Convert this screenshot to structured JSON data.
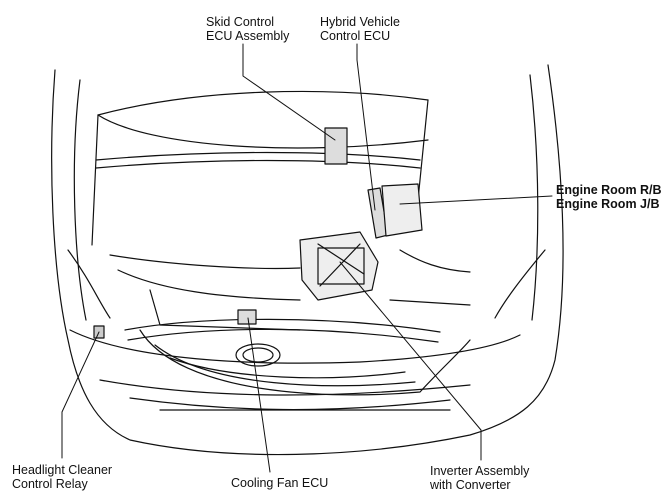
{
  "labels": {
    "skid_control": {
      "line1": "Skid Control",
      "line2": "ECU Assembly"
    },
    "hybrid_vehicle": {
      "line1": "Hybrid Vehicle",
      "line2": "Control ECU"
    },
    "engine_room": {
      "line1": "Engine Room R/B",
      "line2": "Engine Room J/B"
    },
    "headlight_cleaner": {
      "line1": "Headlight Cleaner",
      "line2": "Control Relay"
    },
    "cooling_fan": {
      "line1": "Cooling Fan ECU"
    },
    "inverter": {
      "line1": "Inverter Assembly",
      "line2": "with Converter"
    }
  },
  "colors": {
    "line": "#111111",
    "background": "#ffffff",
    "part_fill": "#dddddd"
  }
}
